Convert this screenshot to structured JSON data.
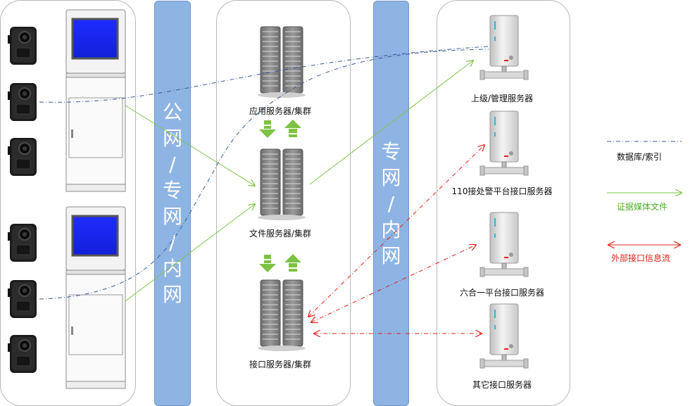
{
  "bands": {
    "left": [
      "公",
      "网",
      "/",
      "专",
      "网",
      "/",
      "内",
      "网"
    ],
    "right": [
      "专",
      "网",
      "/",
      "内",
      "网"
    ]
  },
  "servers": {
    "app": "应用服务器/集群",
    "file": "文件服务器/集群",
    "iface": "接口服务器/集群"
  },
  "external": {
    "superior": "上级/管理服务器",
    "alarm110": "110接处警平台接口服务器",
    "six_in_one": "六合一平台接口服务器",
    "other": "其它接口服务器"
  },
  "legend": {
    "db": "数据库/索引",
    "media": "证据媒体文件",
    "external": "外部接口信息流"
  },
  "colors": {
    "band": "#8eb4e3",
    "db_line": "#3a5a9a",
    "media_line": "#7fc34a",
    "external_line": "#e0201b",
    "arrow": "#7dc242"
  }
}
